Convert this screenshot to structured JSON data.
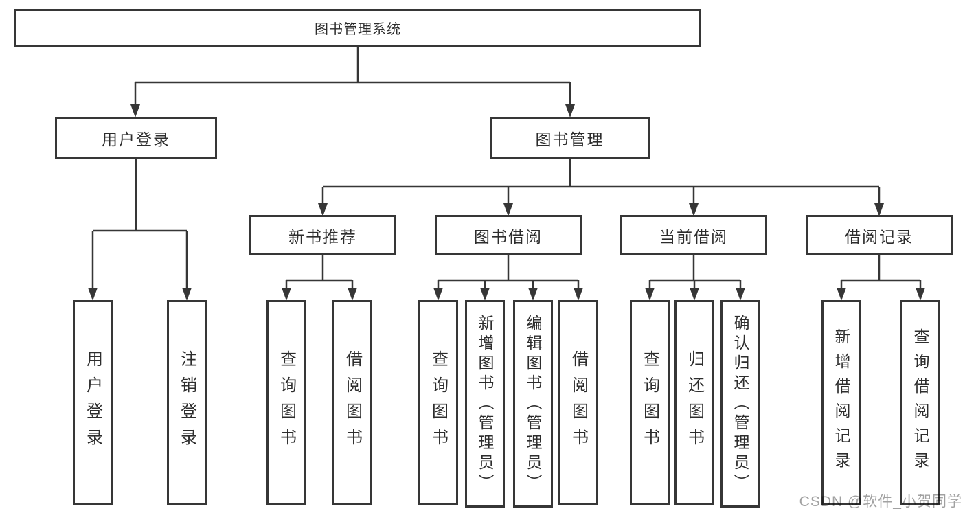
{
  "diagram_title": "图书管理系统",
  "nodes": {
    "root": {
      "label": "图书管理系统"
    },
    "level2": [
      {
        "id": "user-login",
        "label": "用户登录",
        "parent": "图书管理系统"
      },
      {
        "id": "book-management",
        "label": "图书管理",
        "parent": "图书管理系统"
      }
    ],
    "level3": [
      {
        "id": "new-book-recommend",
        "label": "新书推荐",
        "parent": "图书管理"
      },
      {
        "id": "book-borrow",
        "label": "图书借阅",
        "parent": "图书管理"
      },
      {
        "id": "current-borrow",
        "label": "当前借阅",
        "parent": "图书管理"
      },
      {
        "id": "borrow-records",
        "label": "借阅记录",
        "parent": "图书管理"
      }
    ],
    "leaves": [
      {
        "id": "leaf-user-login",
        "label": "用户登录",
        "parent": "用户登录"
      },
      {
        "id": "leaf-logout",
        "label": "注销登录",
        "parent": "用户登录"
      },
      {
        "id": "leaf-query-book-1",
        "label": "查询图书",
        "parent": "新书推荐"
      },
      {
        "id": "leaf-borrow-book-1",
        "label": "借阅图书",
        "parent": "新书推荐"
      },
      {
        "id": "leaf-query-book-2",
        "label": "查询图书",
        "parent": "图书借阅"
      },
      {
        "id": "leaf-add-book-admin",
        "label": "新增图书（管理员）",
        "parent": "图书借阅"
      },
      {
        "id": "leaf-edit-book-admin",
        "label": "编辑图书（管理员）",
        "parent": "图书借阅"
      },
      {
        "id": "leaf-borrow-book-2",
        "label": "借阅图书",
        "parent": "图书借阅"
      },
      {
        "id": "leaf-query-book-3",
        "label": "查询图书",
        "parent": "当前借阅"
      },
      {
        "id": "leaf-return-book",
        "label": "归还图书",
        "parent": "当前借阅"
      },
      {
        "id": "leaf-confirm-return",
        "label": "确认归还（管理员）",
        "parent": "当前借阅"
      },
      {
        "id": "leaf-add-borrow-record",
        "label": "新增借阅记录",
        "parent": "借阅记录"
      },
      {
        "id": "leaf-query-borrow-record",
        "label": "查询借阅记录",
        "parent": "借阅记录"
      }
    ]
  },
  "watermark": "CSDN @软件_小贺同学",
  "colors": {
    "line": "#363636",
    "box_border": "#363636",
    "text": "#2d2d2d",
    "background": "#ffffff",
    "watermark": "#919191"
  }
}
